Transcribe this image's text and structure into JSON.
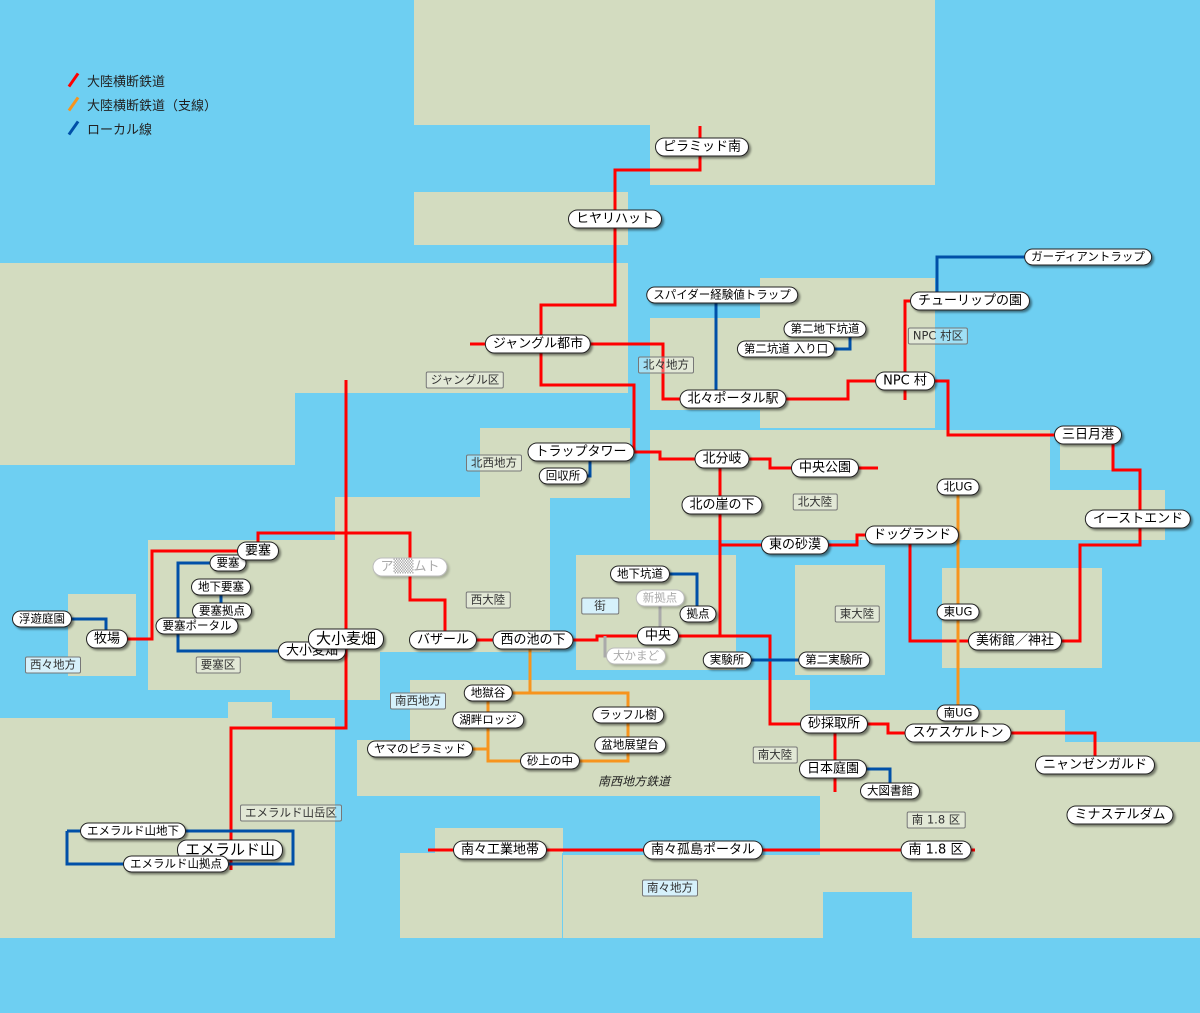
{
  "legend": [
    {
      "label": "大陸横断鉄道",
      "color": "#ff0000"
    },
    {
      "label": "大陸横断鉄道（支線）",
      "color": "#f7941d"
    },
    {
      "label": "ローカル線",
      "color": "#0050a8"
    }
  ],
  "stations": [
    "ピラミッド南",
    "ヒヤリハット",
    "ジャングル都市",
    "スパイダー経験値トラップ",
    "第二地下坑道",
    "第二坑道 入り口",
    "北々ポータル駅",
    "NPC 村",
    "チューリップの園",
    "ガーディアントラップ",
    "三日月港",
    "トラップタワー",
    "回収所",
    "北分岐",
    "中央公園",
    "北の崖の下",
    "イーストエンド",
    "北UG",
    "東の砂漠",
    "ドッグランド",
    "東UG",
    "美術館／神社",
    "地下坑道",
    "新拠点",
    "拠点",
    "中央",
    "大かまど",
    "実験所",
    "第二実験所",
    "要塞",
    "要塞",
    "地下要塞",
    "要塞拠点",
    "要塞ポータル",
    "大小麦畑",
    "大小麦畑",
    "浮遊庭園",
    "牧場",
    "ア▒▒ムト",
    "バザール",
    "西の池の下",
    "地獄谷",
    "湖畔ロッジ",
    "ヤマのピラミッド",
    "砂上の中",
    "ラッフル樹",
    "盆地展望台",
    "南UG",
    "砂採取所",
    "スケスケルトン",
    "ニャンゼンガルド",
    "日本庭園",
    "大図書館",
    "ミナステルダム",
    "エメラルド山地下",
    "エメラルド山",
    "エメラルド山拠点",
    "南々工業地帯",
    "南々孤島ポータル",
    "南 1.8 区"
  ],
  "areas": [
    "ジャングル区",
    "北々地方",
    "NPC 村区",
    "北西地方",
    "北大陸",
    "西大陸",
    "街",
    "東大陸",
    "西々地方",
    "要塞区",
    "南西地方",
    "南大陸",
    "南 1.8 区",
    "エメラルド山岳区",
    "南々地方"
  ],
  "rail_label": "南西地方鉄道",
  "colors": {
    "water": "#6ecff2",
    "land": "#d3dcc0",
    "main": "#ff0000",
    "branch": "#f7941d",
    "local": "#0050a8"
  }
}
